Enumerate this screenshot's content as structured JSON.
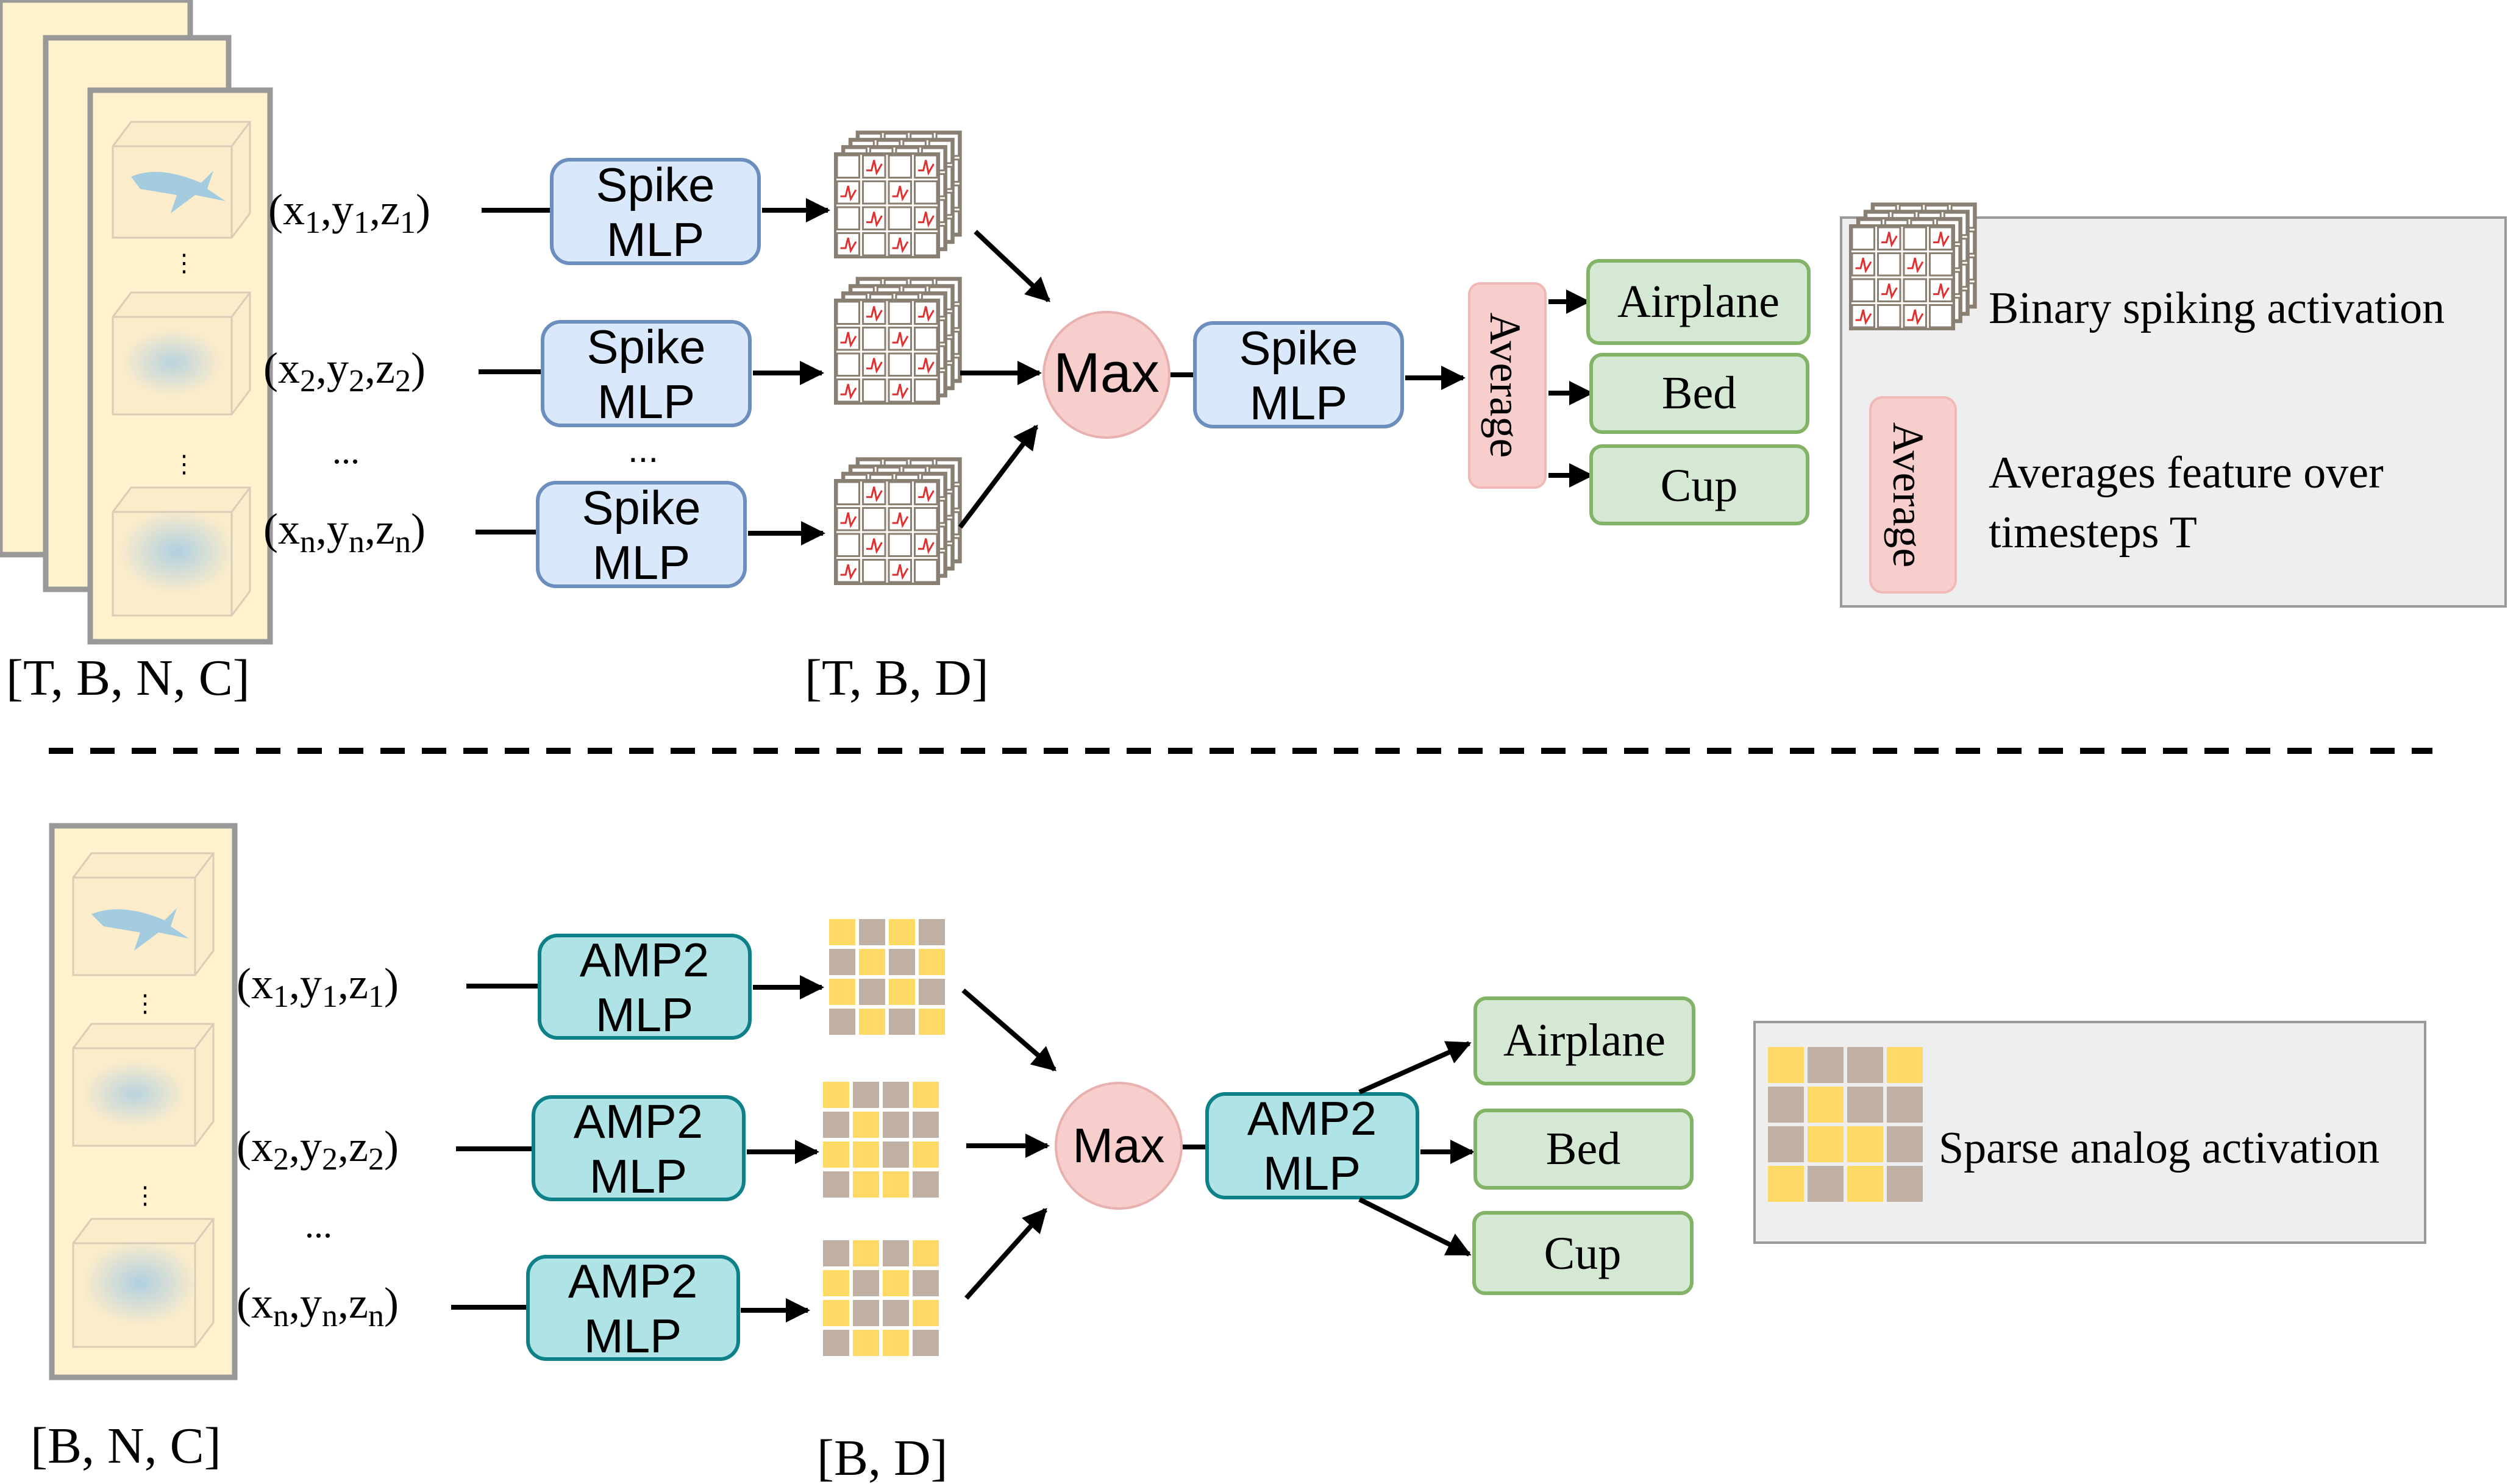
{
  "top": {
    "inputs": [
      {
        "x": "x",
        "y": "y",
        "z": "z",
        "sub": "1"
      },
      {
        "x": "x",
        "y": "y",
        "z": "z",
        "sub": "2"
      },
      {
        "x": "x",
        "y": "y",
        "z": "z",
        "sub": "n"
      }
    ],
    "input_ellipsis": "...",
    "mlp_label_line1": "Spike",
    "mlp_label_line2": "MLP",
    "mlp_ellipsis": "...",
    "activation_ellipsis": "...",
    "input_shape": "[T, B, N, C]",
    "feature_shape": "[T, B, D]",
    "pool_label": "Max",
    "post_mlp_line1": "Spike",
    "post_mlp_line2": "MLP",
    "average_label": "Average",
    "outputs": [
      "Airplane",
      "Bed",
      "Cup"
    ],
    "legend": {
      "binary_label": "Binary spiking activation",
      "average_label": "Average",
      "average_desc_line1": "Averages feature over",
      "average_desc_line2": "timesteps T"
    }
  },
  "bottom": {
    "inputs": [
      {
        "x": "x",
        "y": "y",
        "z": "z",
        "sub": "1"
      },
      {
        "x": "x",
        "y": "y",
        "z": "z",
        "sub": "2"
      },
      {
        "x": "x",
        "y": "y",
        "z": "z",
        "sub": "n"
      }
    ],
    "input_ellipsis": "...",
    "mlp_label_line1": "AMP2",
    "mlp_label_line2": "MLP",
    "input_shape": "[B, N, C]",
    "feature_shape": "[B, D]",
    "pool_label": "Max",
    "post_mlp_line1": "AMP2",
    "post_mlp_line2": "MLP",
    "outputs": [
      "Airplane",
      "Bed",
      "Cup"
    ],
    "legend": {
      "sparse_label": "Sparse analog activation"
    }
  },
  "colors": {
    "spike_fill": "#dae8fc",
    "spike_stroke": "#6c8ebf",
    "amp_fill": "#b0e3e6",
    "amp_stroke": "#0e8088",
    "max_fill": "#f8cecc",
    "output_fill": "#d5e8d4",
    "output_stroke": "#82b366",
    "input_card": "#fff2cc",
    "yellow_cell": "#ffd966",
    "gray_cell": "#bfb0a3",
    "legend_bg": "#eeeeee"
  }
}
